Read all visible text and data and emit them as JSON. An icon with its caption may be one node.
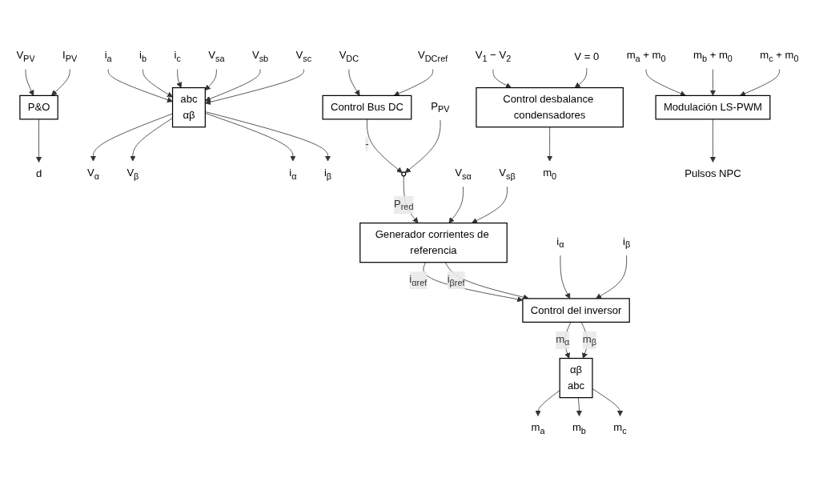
{
  "diagram": {
    "nodes": [
      {
        "text": [
          "V$_{PV}$"
        ]
      },
      {
        "text": [
          "I$_{PV}$"
        ]
      },
      {
        "text": [
          "P&O"
        ]
      },
      {
        "text": [
          "d"
        ]
      },
      {
        "text": [
          "i$_{a}$"
        ]
      },
      {
        "text": [
          "i$_{b}$"
        ]
      },
      {
        "text": [
          "i$_{c}$"
        ]
      },
      {
        "text": [
          "V$_{sa}$"
        ]
      },
      {
        "text": [
          "V$_{sb}$"
        ]
      },
      {
        "text": [
          "V$_{sc}$"
        ]
      },
      {
        "text": [
          "abc",
          "αβ"
        ]
      },
      {
        "text": [
          "V$_{α}$"
        ]
      },
      {
        "text": [
          "V$_{β}$"
        ]
      },
      {
        "text": [
          "i$_{α}$"
        ]
      },
      {
        "text": [
          "i$_{β}$"
        ]
      },
      {
        "text": [
          "V$_{DC}$"
        ]
      },
      {
        "text": [
          "V$_{DCref}$"
        ]
      },
      {
        "text": [
          "Control Bus DC"
        ]
      },
      {
        "text": [
          "P$_{PV}$"
        ]
      },
      {
        "text": [],
        "shape": "circle"
      },
      {
        "text": [
          "V$_{sα}$"
        ]
      },
      {
        "text": [
          "V$_{sβ}$"
        ]
      },
      {
        "text": [
          "Generador corrientes de referencia"
        ]
      },
      {
        "text": [
          "i$_{α}$"
        ]
      },
      {
        "text": [
          "Control del inversor"
        ]
      },
      {
        "text": [
          "i$_{β}$"
        ]
      },
      {
        "text": [
          "αβ",
          "abc"
        ]
      },
      {
        "text": [
          "m$_{a}$"
        ]
      },
      {
        "text": [
          "m$_{b}$"
        ]
      },
      {
        "text": [
          "m$_{c}$"
        ]
      },
      {
        "text": [
          "V$_{1}$ − V$_{2}$"
        ]
      },
      {
        "text": [
          "V = 0"
        ]
      },
      {
        "text": [
          "Control desbalance condensadores"
        ]
      },
      {
        "text": [
          "m$_{0}$"
        ]
      },
      {
        "text": [
          "m$_{a}$ + m$_{0}$"
        ]
      },
      {
        "text": [
          "m$_{b}$ + m$_{0}$"
        ]
      },
      {
        "text": [
          "m$_{c}$ + m$_{0}$"
        ]
      },
      {
        "text": [
          "Modulación LS-PWM"
        ]
      },
      {
        "text": [
          "Pulsos NPC"
        ]
      }
    ],
    "edges": [
      {
        "from": 0,
        "to": 2,
        "arrow": "to"
      },
      {
        "from": 1,
        "to": 2,
        "arrow": "to"
      },
      {
        "from": 2,
        "to": 3,
        "arrow": "to"
      },
      {
        "from": 4,
        "to": 10,
        "arrow": "to"
      },
      {
        "from": 5,
        "to": 10,
        "arrow": "to"
      },
      {
        "from": 6,
        "to": 10,
        "arrow": "to"
      },
      {
        "from": 7,
        "to": 10,
        "arrow": "to"
      },
      {
        "from": 8,
        "to": 10,
        "arrow": "to"
      },
      {
        "from": 9,
        "to": 10,
        "arrow": "to"
      },
      {
        "from": 10,
        "to": 11,
        "arrow": "to"
      },
      {
        "from": 10,
        "to": 12,
        "arrow": "to"
      },
      {
        "from": 10,
        "to": 13,
        "arrow": "to"
      },
      {
        "from": 10,
        "to": 14,
        "arrow": "to"
      },
      {
        "from": 15,
        "to": 17,
        "arrow": "to"
      },
      {
        "from": 16,
        "to": 17,
        "arrow": "to"
      },
      {
        "from": 17,
        "to": 19,
        "arrow": "to",
        "label": "-"
      },
      {
        "from": 18,
        "to": 19,
        "arrow": "to"
      },
      {
        "from": 19,
        "to": 22,
        "arrow": "to",
        "label": "P$_{red}$"
      },
      {
        "from": 20,
        "to": 22,
        "arrow": "to"
      },
      {
        "from": 21,
        "to": 22,
        "arrow": "to"
      },
      {
        "from": 22,
        "to": 24,
        "arrow": "to",
        "label": "i$_{αref}$"
      },
      {
        "from": 22,
        "to": 24,
        "arrow": "to",
        "label": "i$_{βref}$"
      },
      {
        "from": 23,
        "to": 24,
        "arrow": "to"
      },
      {
        "from": 25,
        "to": 24,
        "arrow": "to"
      },
      {
        "from": 24,
        "to": 26,
        "arrow": "to",
        "label": "m$_{α}$"
      },
      {
        "from": 24,
        "to": 26,
        "arrow": "to",
        "label": "m$_{β}$"
      },
      {
        "from": 26,
        "to": 27,
        "arrow": "to"
      },
      {
        "from": 26,
        "to": 28,
        "arrow": "to"
      },
      {
        "from": 26,
        "to": 29,
        "arrow": "to"
      },
      {
        "from": 30,
        "to": 32,
        "arrow": "to"
      },
      {
        "from": 31,
        "to": 32,
        "arrow": "to"
      },
      {
        "from": 32,
        "to": 33,
        "arrow": "to"
      },
      {
        "from": 34,
        "to": 37,
        "arrow": "to"
      },
      {
        "from": 35,
        "to": 37,
        "arrow": "to"
      },
      {
        "from": 36,
        "to": 37,
        "arrow": "to"
      },
      {
        "from": 37,
        "to": 38,
        "arrow": "to"
      }
    ]
  }
}
